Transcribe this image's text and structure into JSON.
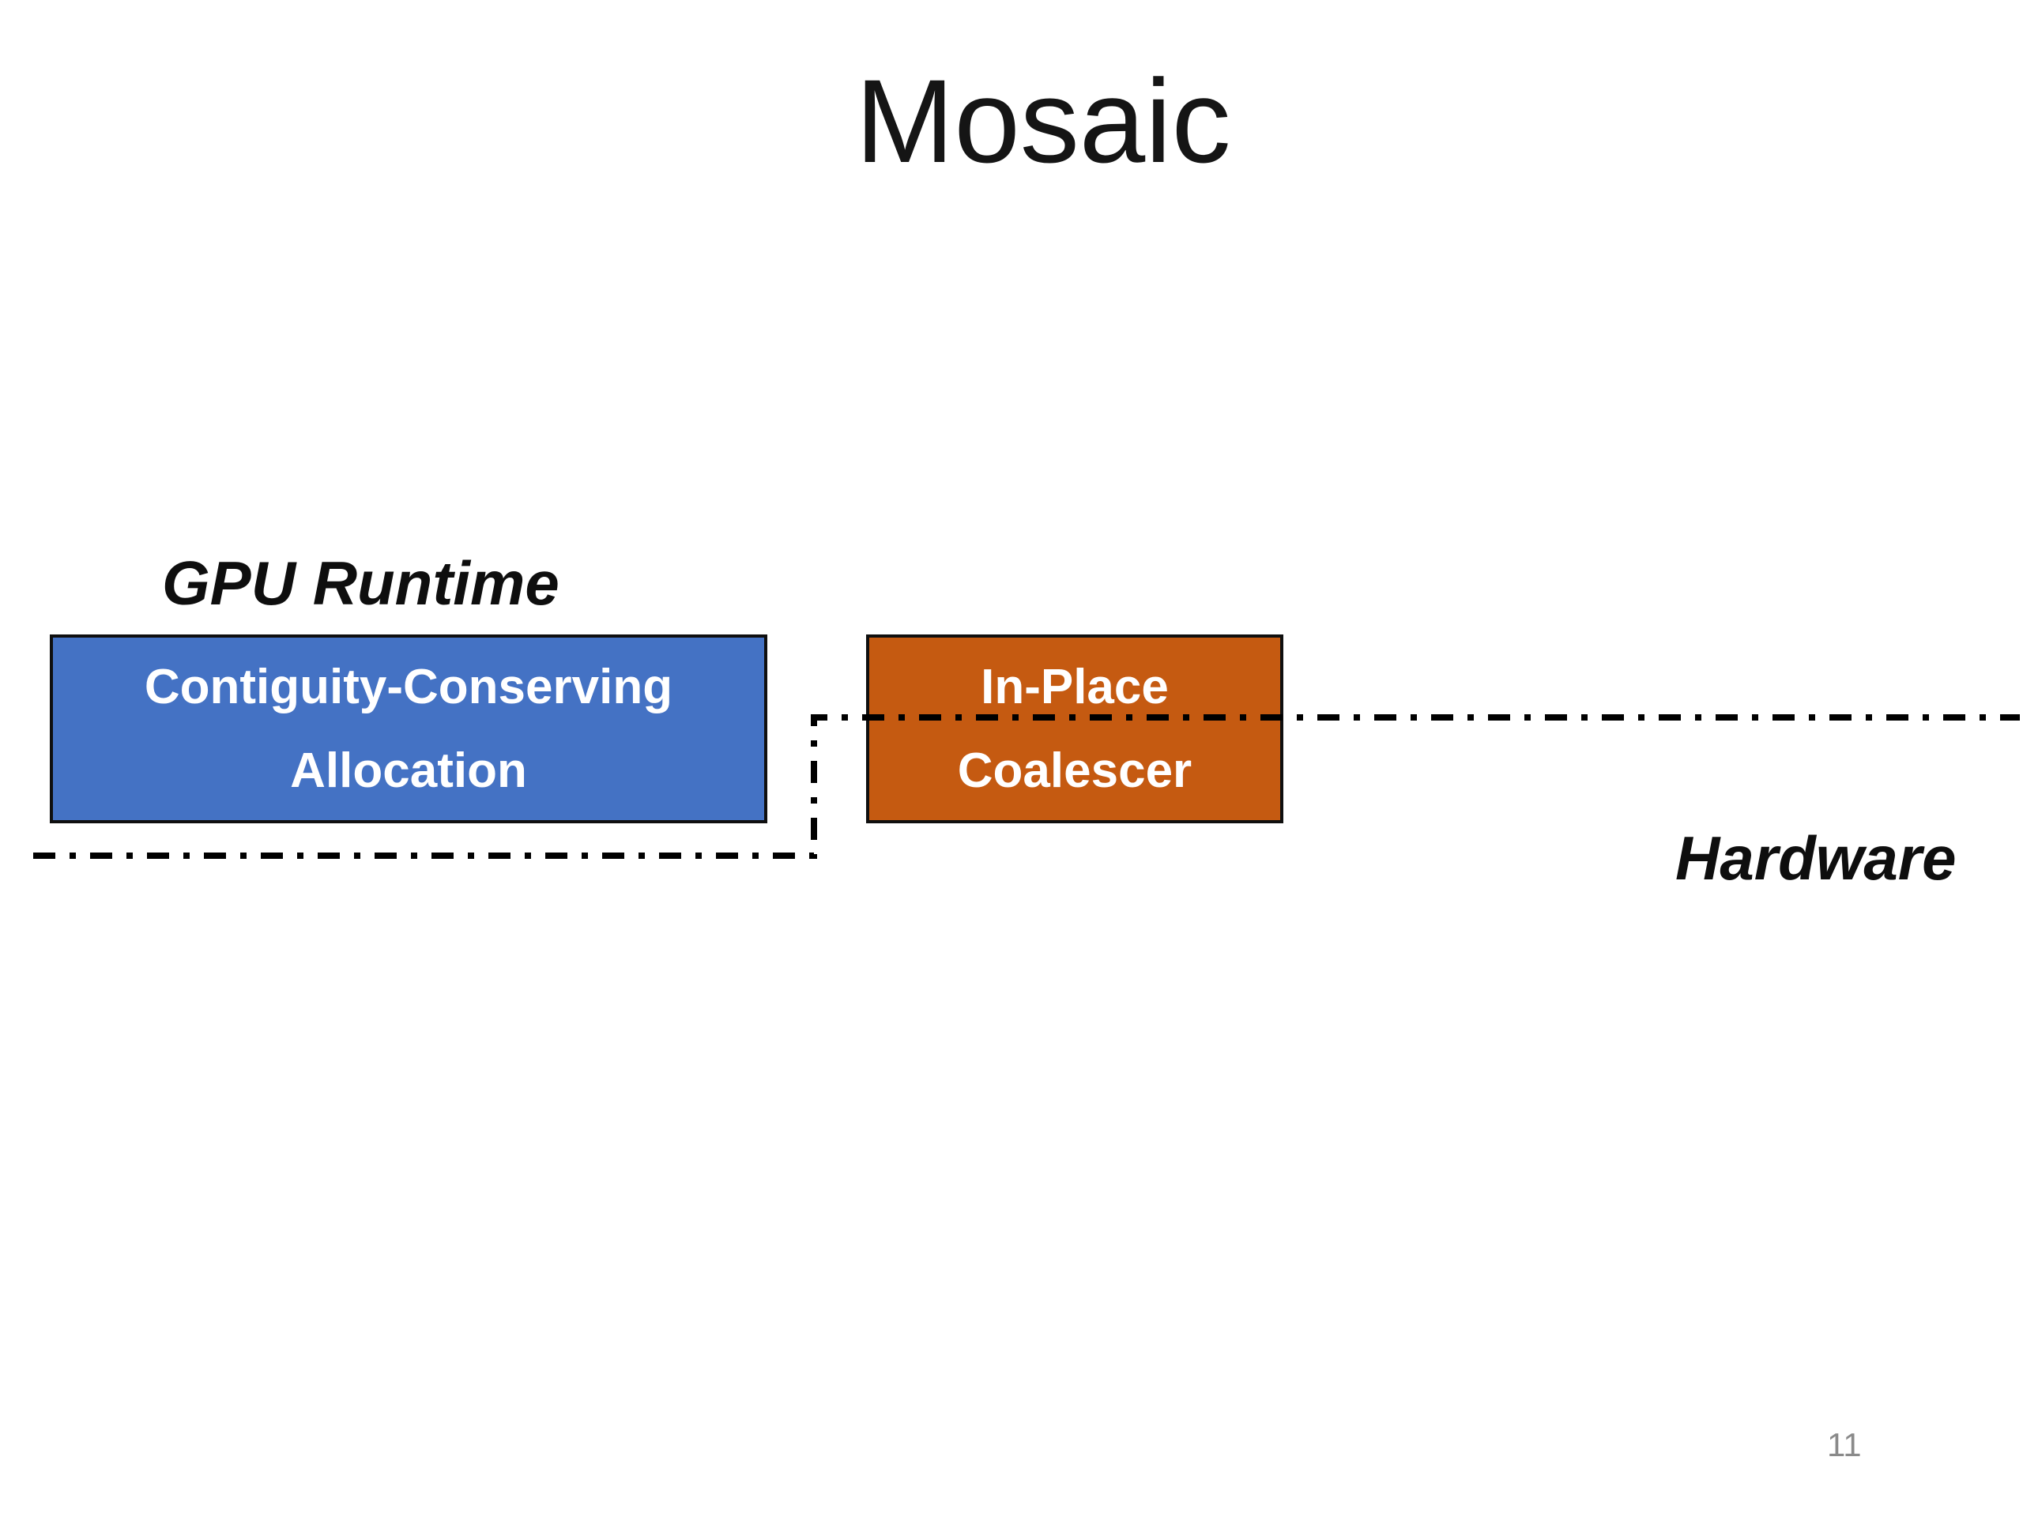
{
  "slide": {
    "title": "Mosaic",
    "page_number": "11",
    "background_color": "#FFFFFF"
  },
  "diagram": {
    "runtime_label": "GPU Runtime",
    "hardware_label": "Hardware",
    "boundary_line": {
      "style": "dash-dot",
      "color": "#000000"
    },
    "boxes": [
      {
        "name": "contiguity-conserving-allocation",
        "line1": "Contiguity-Conserving",
        "line2": "Allocation",
        "fill_color": "#4472C4",
        "border_color": "#0F0F0F",
        "text_color": "#FFFFFF"
      },
      {
        "name": "in-place-coalescer",
        "line1": "In-Place",
        "line2": "Coalescer",
        "fill_color": "#C55A11",
        "border_color": "#0F0F0F",
        "text_color": "#FFFFFF"
      }
    ]
  }
}
